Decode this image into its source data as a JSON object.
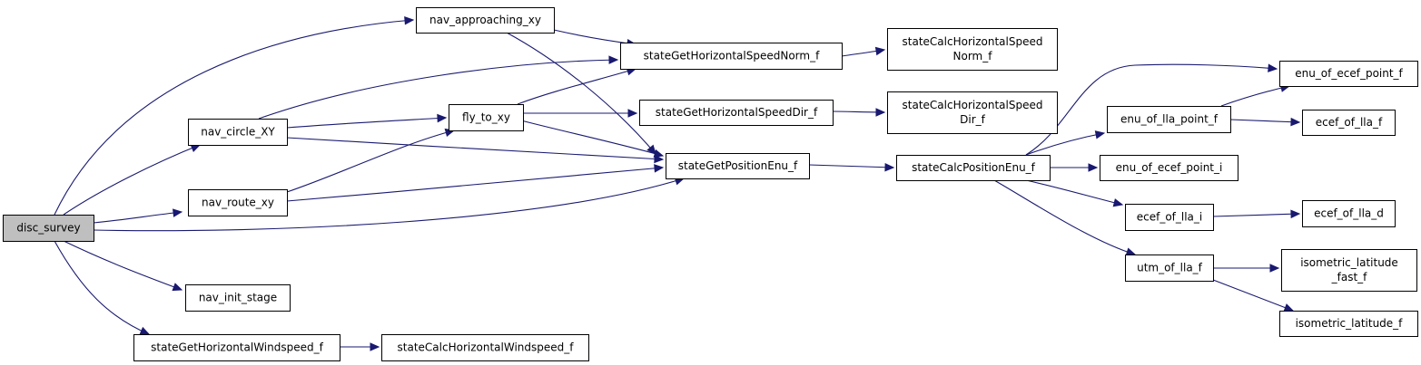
{
  "nodes": {
    "disc_survey": {
      "label": "disc_survey",
      "highlight": true
    },
    "nav_approaching_xy": {
      "label": "nav_approaching_xy"
    },
    "nav_circle_xy": {
      "label": "nav_circle_XY"
    },
    "nav_route_xy": {
      "label": "nav_route_xy"
    },
    "nav_init_stage": {
      "label": "nav_init_stage"
    },
    "state_get_horizontal_windspeed_f": {
      "label": "stateGetHorizontalWindspeed_f"
    },
    "state_calc_horizontal_windspeed_f": {
      "label": "stateCalcHorizontalWindspeed_f"
    },
    "fly_to_xy": {
      "label": "fly_to_xy"
    },
    "state_get_horizontal_speed_norm_f": {
      "label": "stateGetHorizontalSpeedNorm_f"
    },
    "state_get_horizontal_speed_dir_f": {
      "label": "stateGetHorizontalSpeedDir_f"
    },
    "state_get_position_enu_f": {
      "label": "stateGetPositionEnu_f"
    },
    "state_calc_horizontal_speed_norm_f": {
      "label": "stateCalcHorizontalSpeed\nNorm_f"
    },
    "state_calc_horizontal_speed_dir_f": {
      "label": "stateCalcHorizontalSpeed\nDir_f"
    },
    "state_calc_position_enu_f": {
      "label": "stateCalcPositionEnu_f"
    },
    "enu_of_lla_point_f": {
      "label": "enu_of_lla_point_f"
    },
    "enu_of_ecef_point_i": {
      "label": "enu_of_ecef_point_i"
    },
    "ecef_of_lla_i": {
      "label": "ecef_of_lla_i"
    },
    "utm_of_lla_f": {
      "label": "utm_of_lla_f"
    },
    "enu_of_ecef_point_f": {
      "label": "enu_of_ecef_point_f"
    },
    "ecef_of_lla_f": {
      "label": "ecef_of_lla_f"
    },
    "ecef_of_lla_d": {
      "label": "ecef_of_lla_d"
    },
    "isometric_latitude_fast_f": {
      "label": "isometric_latitude\n_fast_f"
    },
    "isometric_latitude_f": {
      "label": "isometric_latitude_f"
    }
  },
  "edges": [
    [
      "disc_survey",
      "nav_approaching_xy"
    ],
    [
      "disc_survey",
      "nav_circle_xy"
    ],
    [
      "disc_survey",
      "nav_route_xy"
    ],
    [
      "disc_survey",
      "state_get_position_enu_f"
    ],
    [
      "disc_survey",
      "nav_init_stage"
    ],
    [
      "disc_survey",
      "state_get_horizontal_windspeed_f"
    ],
    [
      "nav_approaching_xy",
      "state_get_horizontal_speed_norm_f"
    ],
    [
      "nav_approaching_xy",
      "state_get_position_enu_f"
    ],
    [
      "nav_circle_xy",
      "state_get_horizontal_speed_norm_f"
    ],
    [
      "nav_circle_xy",
      "fly_to_xy"
    ],
    [
      "nav_circle_xy",
      "state_get_position_enu_f"
    ],
    [
      "nav_route_xy",
      "fly_to_xy"
    ],
    [
      "nav_route_xy",
      "state_get_position_enu_f"
    ],
    [
      "fly_to_xy",
      "state_get_horizontal_speed_norm_f"
    ],
    [
      "fly_to_xy",
      "state_get_horizontal_speed_dir_f"
    ],
    [
      "fly_to_xy",
      "state_get_position_enu_f"
    ],
    [
      "state_get_horizontal_speed_norm_f",
      "state_calc_horizontal_speed_norm_f"
    ],
    [
      "state_get_horizontal_speed_dir_f",
      "state_calc_horizontal_speed_dir_f"
    ],
    [
      "state_get_position_enu_f",
      "state_calc_position_enu_f"
    ],
    [
      "state_get_horizontal_windspeed_f",
      "state_calc_horizontal_windspeed_f"
    ],
    [
      "state_calc_position_enu_f",
      "enu_of_ecef_point_f"
    ],
    [
      "state_calc_position_enu_f",
      "enu_of_lla_point_f"
    ],
    [
      "state_calc_position_enu_f",
      "enu_of_ecef_point_i"
    ],
    [
      "state_calc_position_enu_f",
      "ecef_of_lla_i"
    ],
    [
      "state_calc_position_enu_f",
      "utm_of_lla_f"
    ],
    [
      "enu_of_lla_point_f",
      "enu_of_ecef_point_f"
    ],
    [
      "enu_of_lla_point_f",
      "ecef_of_lla_f"
    ],
    [
      "ecef_of_lla_i",
      "ecef_of_lla_d"
    ],
    [
      "utm_of_lla_f",
      "isometric_latitude_fast_f"
    ],
    [
      "utm_of_lla_f",
      "isometric_latitude_f"
    ]
  ]
}
